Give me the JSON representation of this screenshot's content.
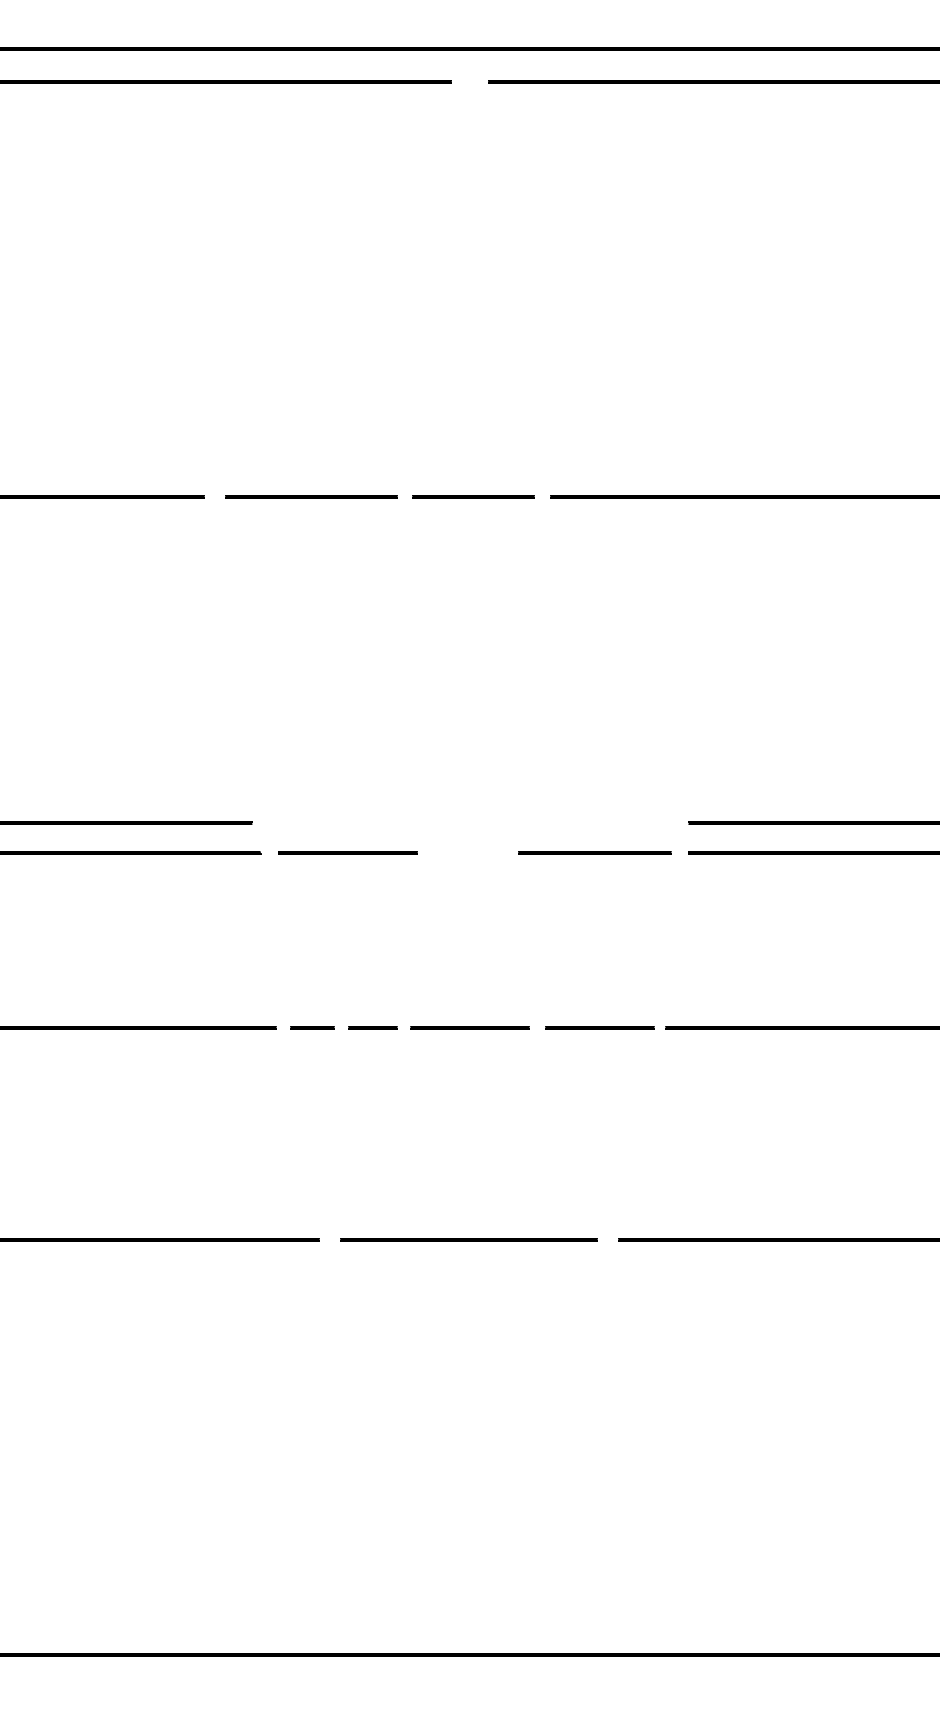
{
  "page": {
    "background_color": "#ffffff",
    "line_color": "#000000",
    "gap_color": "#ffffff"
  },
  "rules": [
    {
      "name": "rule-1",
      "segments": 1
    },
    {
      "name": "rule-2",
      "segments": 2
    },
    {
      "name": "rule-3",
      "segments": 4
    },
    {
      "name": "rule-4",
      "segments": 2
    },
    {
      "name": "rule-5",
      "segments": 4
    },
    {
      "name": "rule-6",
      "segments": 6
    },
    {
      "name": "rule-7",
      "segments": 3
    },
    {
      "name": "rule-8",
      "segments": 1
    }
  ]
}
